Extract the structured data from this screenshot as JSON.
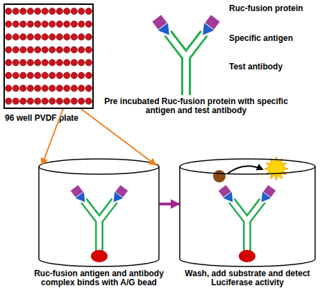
{
  "diagram": {
    "nodes": [
      {
        "text": [
          "96 well PVDF plate"
        ]
      },
      {
        "text": [
          "Ruc-fusion antigen and antibody complex binds with A/G bead"
        ]
      },
      {
        "text": [
          "Wash, add substrate and detect Luciferase activity"
        ]
      }
    ],
    "edges": [
      {
        "from": 0,
        "to": 1,
        "arrow": "to"
      },
      {
        "from": 0,
        "to": 1,
        "arrow": "to"
      },
      {
        "from": 1,
        "to": 2,
        "arrow": "to"
      }
    ],
    "labels": [
      "Ruc-fusion protein",
      "Specific antigen",
      "Test antibody",
      "Pre incubated Ruc-fusion protein with specific antigen and test antibody"
    ]
  }
}
